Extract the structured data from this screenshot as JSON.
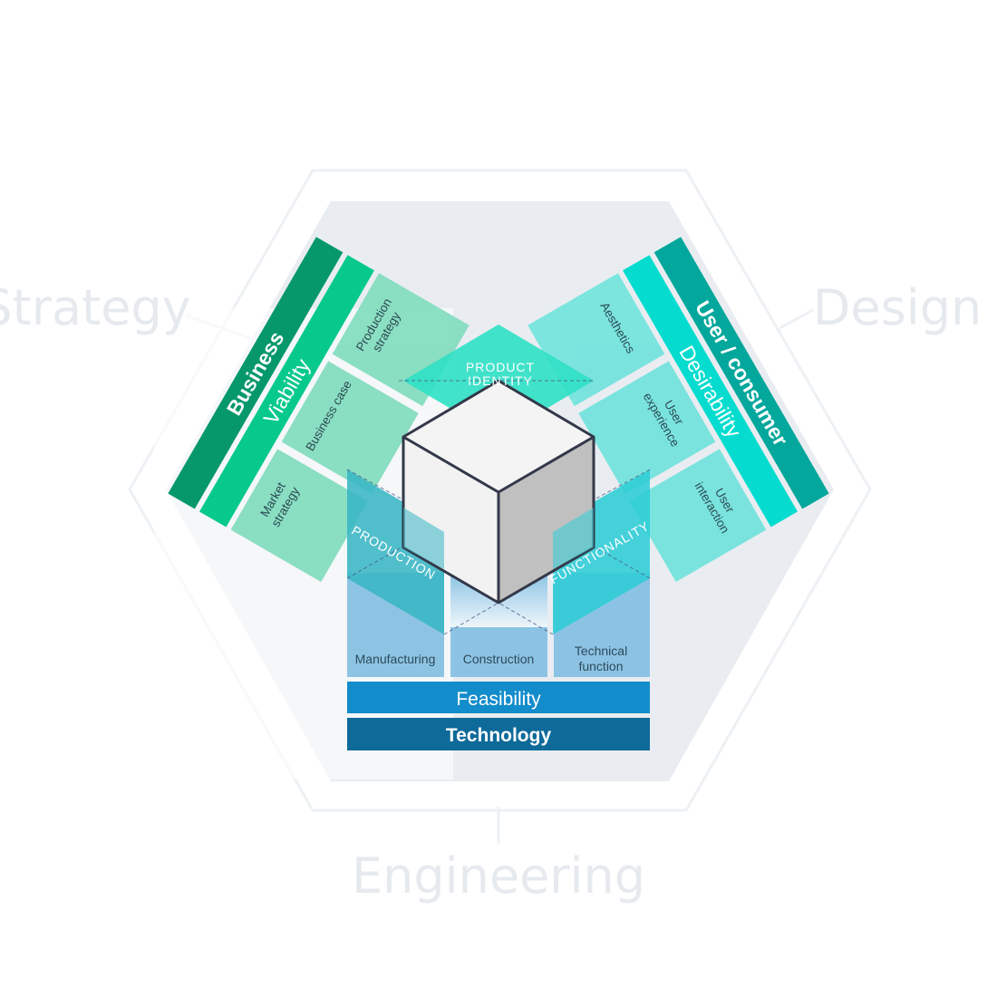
{
  "corners": {
    "strategy": "Strategy",
    "design": "Design",
    "engineering": "Engineering"
  },
  "left_arm": {
    "outer_label": "Business",
    "middle_label": "Viability",
    "segments": [
      "Market strategy",
      "Business case",
      "Production strategy"
    ],
    "colors": {
      "outer": "#06986a",
      "middle": "#06c98a",
      "segments": "#7fdcbd"
    }
  },
  "right_arm": {
    "outer_label": "User / consumer",
    "middle_label": "Desirability",
    "segments": [
      "Aesthetics",
      "User experience",
      "User interaction"
    ],
    "colors": {
      "outer": "#04a79c",
      "middle": "#05dccf",
      "segments": "#6fe3dc"
    }
  },
  "bottom_arm": {
    "outer_label": "Technology",
    "middle_label": "Feasibility",
    "segments": [
      "Manufacturing",
      "Construction",
      "Technical function"
    ],
    "colors": {
      "outer": "#0e6a99",
      "middle": "#138ccb",
      "segments": "#87c1e3"
    }
  },
  "center": {
    "top_label": "PRODUCT IDENTITY",
    "left_label": "PRODUCTION",
    "right_label": "FUNCTIONALITY",
    "colors": {
      "top": "#2fe0c5",
      "left": "#39b6c4",
      "right": "#2dcdd6"
    }
  },
  "cube_colors": {
    "top": "#f4f4f4",
    "left": "#f2f2f2",
    "right": "#c0c0c0",
    "edge": "#33384a"
  }
}
